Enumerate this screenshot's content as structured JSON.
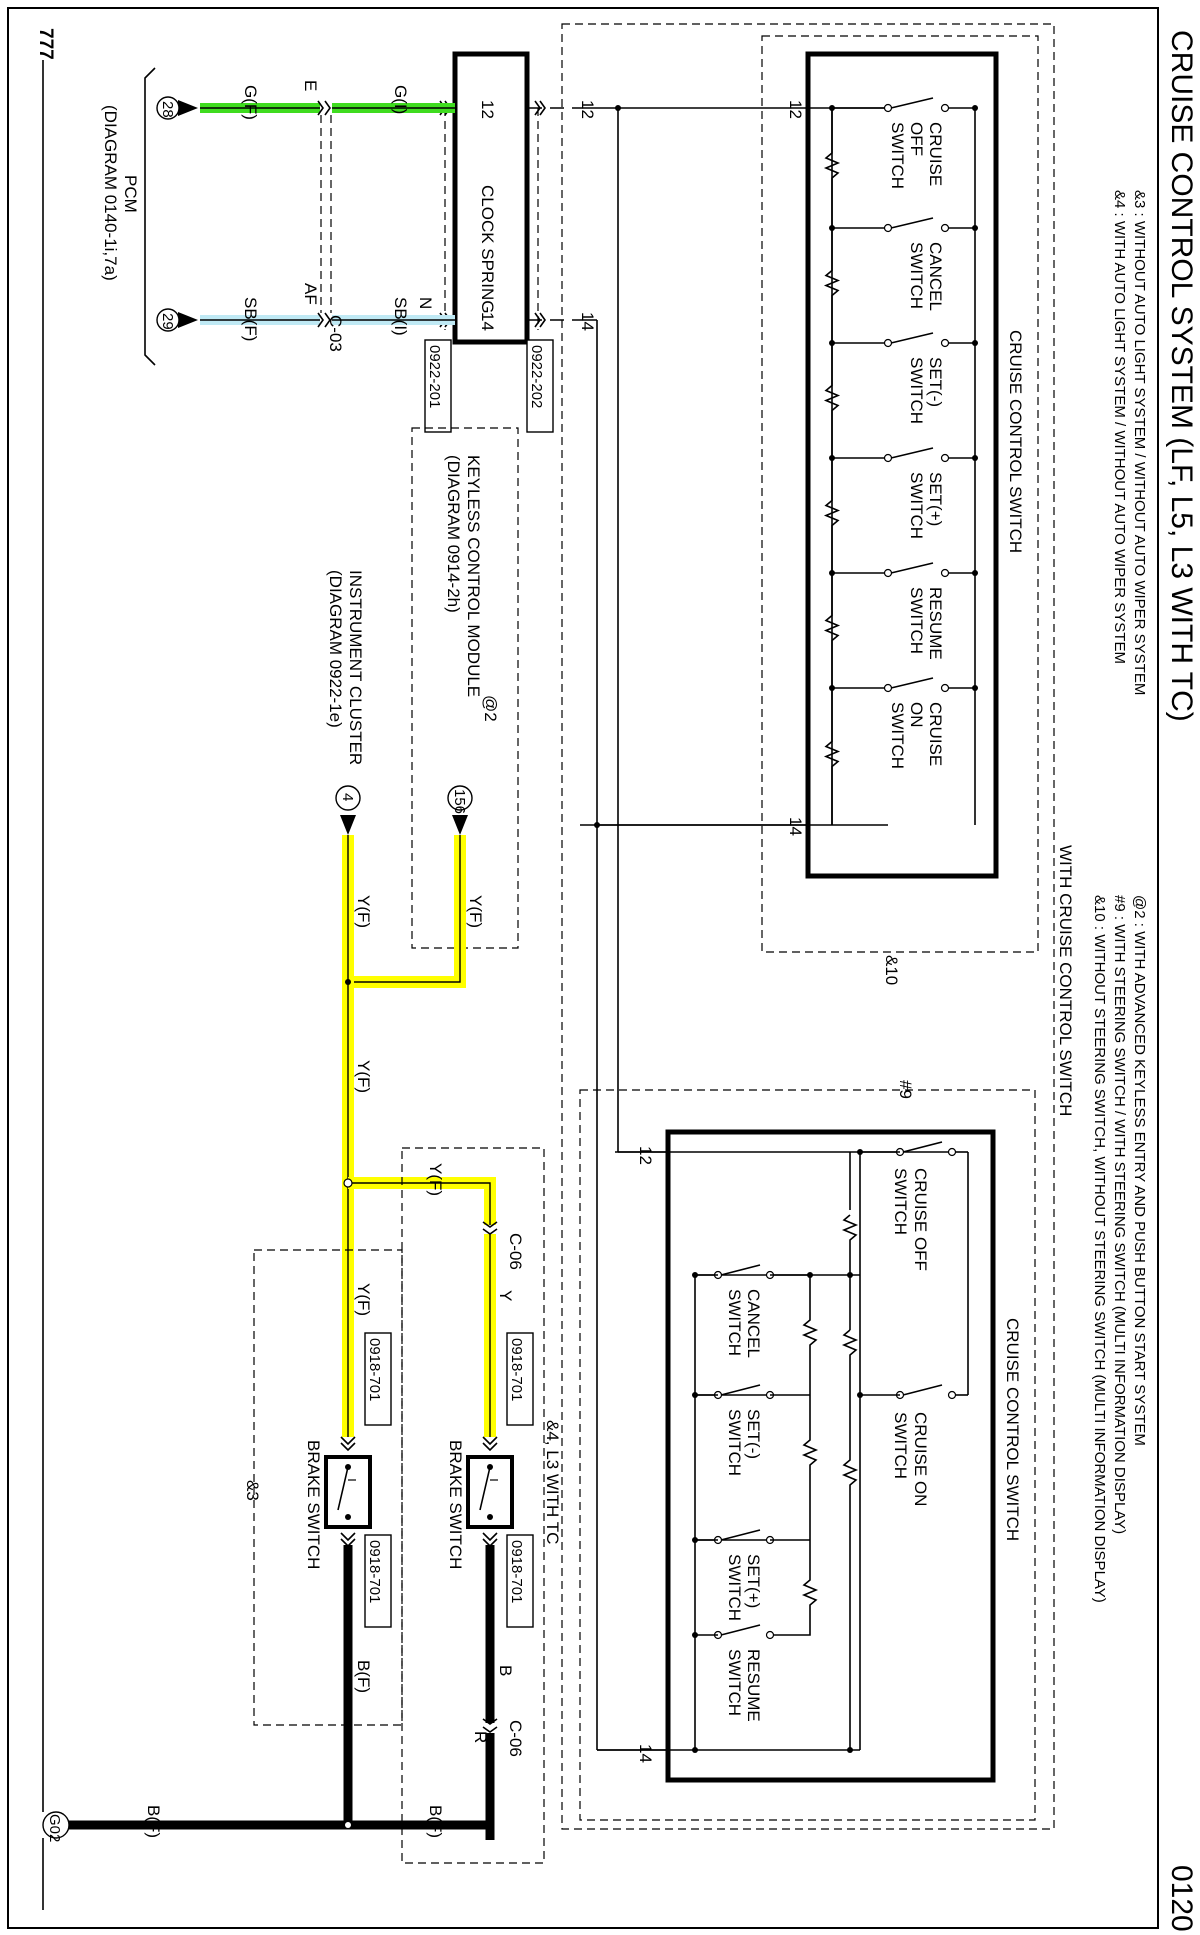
{
  "page": {
    "title": "CRUISE CONTROL SYSTEM (LF, L5, L3 WITH TC)",
    "page_number": "0120",
    "ground_mark": "777"
  },
  "notes": {
    "n3": "&3 : WITHOUT AUTO LIGHT SYSTEM / WITHOUT AUTO WIPER SYSTEM",
    "n4": "&4 : WITH AUTO LIGHT SYSTEM / WITHOUT AUTO WIPER SYSTEM",
    "n2": "@2 : WITH ADVANCED KEYLESS ENTRY AND PUSH BUTTON START SYSTEM",
    "n9": "#9 : WITH STEERING SWITCH / WITH STEERING SWITCH (MULTI INFORMATION DISPLAY)",
    "n10": "&10 : WITHOUT STEERING SWITCH, WITHOUT STEERING SWITCH (MULTI INFORMATION DISPLAY)"
  },
  "with_cruise_label": "WITH CRUISE CONTROL SWITCH",
  "switch_a": {
    "title": "CRUISE CONTROL SWITCH",
    "tag": "&10",
    "pin_top": "12",
    "pin_bottom": "14",
    "switches": [
      {
        "l1": "CRUISE",
        "l2": "OFF",
        "l3": "SWITCH"
      },
      {
        "l1": "CANCEL",
        "l2": "SWITCH",
        "l3": ""
      },
      {
        "l1": "SET(-)",
        "l2": "SWITCH",
        "l3": ""
      },
      {
        "l1": "SET(+)",
        "l2": "SWITCH",
        "l3": ""
      },
      {
        "l1": "RESUME",
        "l2": "SWITCH",
        "l3": ""
      },
      {
        "l1": "CRUISE",
        "l2": "ON",
        "l3": "SWITCH"
      }
    ]
  },
  "switch_b": {
    "title": "CRUISE CONTROL SWITCH",
    "tag": "#9",
    "pin_top": "12",
    "pin_bottom": "14",
    "cruise_off": {
      "l1": "CRUISE OFF",
      "l2": "SWITCH"
    },
    "cruise_on": {
      "l1": "CRUISE ON",
      "l2": "SWITCH"
    },
    "lower": [
      {
        "l1": "CANCEL",
        "l2": "SWITCH"
      },
      {
        "l1": "SET(-)",
        "l2": "SWITCH"
      },
      {
        "l1": "SET(+)",
        "l2": "SWITCH"
      },
      {
        "l1": "RESUME",
        "l2": "SWITCH"
      }
    ]
  },
  "clock_spring": {
    "label": "CLOCK SPRING",
    "pin_top": "12",
    "pin_bottom": "14",
    "wire_in_top": "G(I)",
    "wire_in_bottom": "SB(I)",
    "term_n": "N",
    "conn_202": "0922-202",
    "conn_201": "0922-201",
    "net12": "12",
    "net14": "14"
  },
  "pcm": {
    "label": "PCM",
    "ref": "(DIAGRAM 0140-1i,7a)",
    "pin28": "28",
    "pin29": "29",
    "gf": "G(F)",
    "sbf": "SB(F)",
    "e": "E",
    "af": "AF",
    "c03": "C-03"
  },
  "keyless": {
    "tag": "@2",
    "l1": "KEYLESS CONTROL MODULE",
    "l2": "(DIAGRAM 0914-2h)",
    "pin": "156",
    "wire": "Y(F)"
  },
  "cluster": {
    "l1": "INSTRUMENT CLUSTER",
    "l2": "(DIAGRAM 0922-1e)",
    "pin": "4",
    "w1": "Y(F)",
    "w2": "Y(F)",
    "w3": "Y(F)"
  },
  "brake_a": {
    "label": "BRAKE SWITCH",
    "conn_in": "0918-701",
    "conn_out": "0918-701",
    "y": "Y",
    "yf": "Y(F)",
    "c06a": "C-06",
    "b": "B",
    "r": "R",
    "c06b": "C-06",
    "bf": "B(F)",
    "tag": "&4, L3 WITH TC"
  },
  "brake_b": {
    "label": "BRAKE SWITCH",
    "conn_in": "0918-701",
    "conn_out": "0918-701",
    "bf": "B(F)",
    "tag": "&3"
  },
  "ground": {
    "label": "G02",
    "wire": "B(F)"
  }
}
